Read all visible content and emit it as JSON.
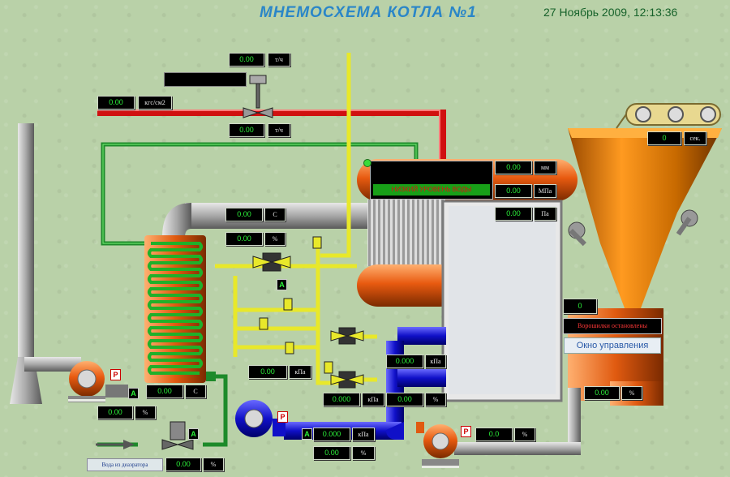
{
  "header": {
    "title": "МНЕМОСХЕМА КОТЛА №1",
    "datetime": "27 Ноябрь 2009, 12:13:36"
  },
  "drum_alarm": "НИЗКИЙ УРОВЕНЬ ВОДЫ",
  "status_message": "Ворошилки остановлены",
  "control_button": "Окно управления",
  "inlet_label": "Вода из деаэратора",
  "badges": {
    "p": "P",
    "a": "A"
  },
  "readouts": {
    "steam_flow": {
      "value": "0.00",
      "unit": "т/ч"
    },
    "steam_pressure": {
      "value": "0.00",
      "unit": "кгс/см2"
    },
    "steam_flow_2": {
      "value": "0.00",
      "unit": "т/ч"
    },
    "drum_level": {
      "value": "0.00",
      "unit": "мм"
    },
    "drum_pressure": {
      "value": "0.00",
      "unit": "МПа"
    },
    "furnace_draft": {
      "value": "0.00",
      "unit": "Па"
    },
    "flue_temp": {
      "value": "0.00",
      "unit": "С"
    },
    "flue_percent": {
      "value": "0.00",
      "unit": "%"
    },
    "conveyor_time": {
      "value": "0",
      "unit": "сек."
    },
    "stoker_value": {
      "value": "0"
    },
    "fw_pressure_1": {
      "value": "0.00",
      "unit": "кПа"
    },
    "air_pressure": {
      "value": "0.000",
      "unit": "кПа"
    },
    "fw_pressure_2": {
      "value": "0.000",
      "unit": "кПа"
    },
    "air_percent": {
      "value": "0.00",
      "unit": "%"
    },
    "right_percent": {
      "value": "0.00",
      "unit": "%"
    },
    "exhaust_temp": {
      "value": "0.00",
      "unit": "С"
    },
    "exhaust_percent": {
      "value": "0.00",
      "unit": "%"
    },
    "blower_pressure": {
      "value": "0.000",
      "unit": "кПа"
    },
    "blower_percent": {
      "value": "0.00",
      "unit": "%"
    },
    "bottom_fan_percent": {
      "value": "0.0",
      "unit": "%"
    },
    "inlet_percent": {
      "value": "0.00",
      "unit": "%"
    }
  },
  "colors": {
    "background": "#b9d1a8",
    "steam_pipe": "#d01010",
    "water_pipe": "#1d8a2a",
    "gas_pipe": "#e8e82a",
    "air_duct": "#1818d0",
    "vessel": "#e05a10",
    "readout_text": "#2cf23a",
    "title": "#2a86c8"
  },
  "icons": [
    "valve-icon",
    "fan-icon",
    "stoker-icon",
    "conveyor-icon",
    "arrow-icon"
  ]
}
